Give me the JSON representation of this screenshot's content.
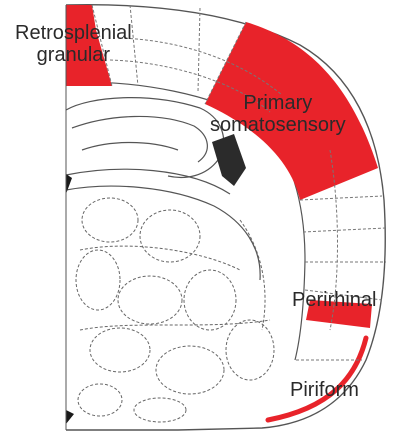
{
  "colors": {
    "highlight": "#e8232a",
    "outline": "#555555",
    "text": "#2a2a2a"
  },
  "regions": {
    "retrosplenial": {
      "line1": "Retrosplenial",
      "line2": "granular"
    },
    "primary_somatosensory": {
      "line1": "Primary",
      "line2": "somatosensory"
    },
    "perirhinal": {
      "label": "Perirhinal"
    },
    "piriform": {
      "label": "Piriform"
    }
  }
}
